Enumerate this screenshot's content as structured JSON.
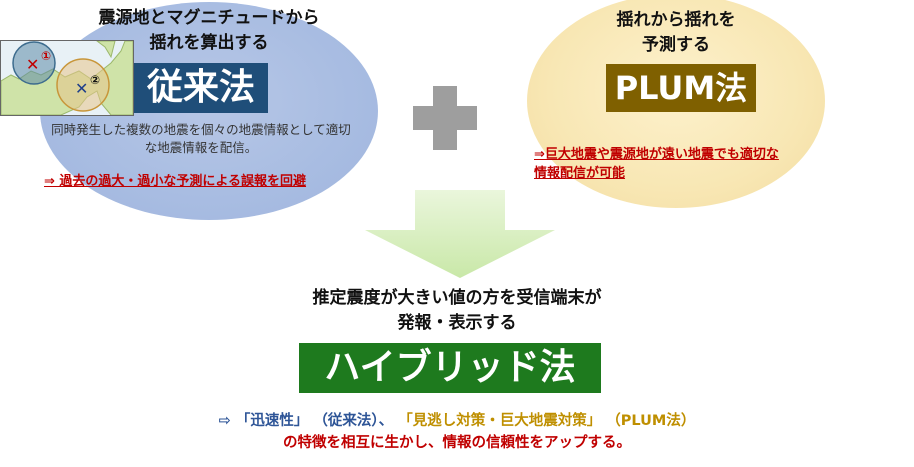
{
  "left_panel": {
    "heading_line1": "震源地とマグニチュードから",
    "heading_line2": "揺れを算出する",
    "method": "従来法",
    "map_marker_1": "①",
    "map_marker_2": "②",
    "desc_line1": "同時発生した複数の地震を個々の地震情報として適切",
    "desc_line2": "な地震情報を配信。",
    "benefit": "⇒ 過去の過大・過小な予測による誤報を回避"
  },
  "right_panel": {
    "heading_line1": "揺れから揺れを",
    "heading_line2": "予測する",
    "method": "PLUM法",
    "benefit_line1": "⇒巨大地震や震源地が遠い地震でも適切な",
    "benefit_line2": "情報配信が可能"
  },
  "result": {
    "line1": "推定震度が大きい値の方を受信端末が",
    "line2": "発報・表示する",
    "method": "ハイブリッド法"
  },
  "footer": {
    "arrow": "⇨",
    "part1": "「迅速性」",
    "part2": "（従来法）、",
    "part3": "「見逃し対策・巨大地震対策」",
    "part4": "（PLUM法）",
    "line2": "の特徴を相互に生かし、情報の信頼性をアップする。"
  },
  "colors": {
    "left_method_bg": "#1f4e79",
    "right_method_bg": "#7f6000",
    "result_method_bg": "#1e7a1e",
    "blue_text": "#2e5597",
    "gold_text": "#bf8f00",
    "red_text": "#c00000"
  }
}
